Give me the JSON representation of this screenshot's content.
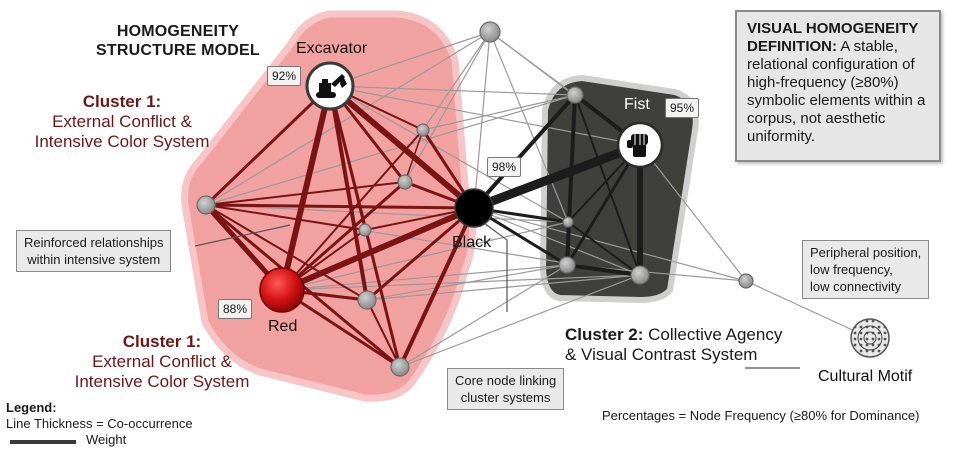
{
  "title": {
    "line1": "HOMOGENEITY",
    "line2": "STRUCTURE MODEL"
  },
  "clusters": {
    "cluster1_top": {
      "title": "Cluster 1:",
      "line1": "External Conflict &",
      "line2": "Intensive Color System"
    },
    "cluster1_bottom": {
      "title": "Cluster 1:",
      "line1": "External Conflict &",
      "line2": "Intensive Color System"
    },
    "cluster2": {
      "title": "Cluster 2:",
      "line1": " Collective Agency",
      "line2": "& Visual Contrast System"
    }
  },
  "nodes": {
    "excavator": {
      "label": "Excavator",
      "pct": "92%",
      "icon": "excavator-icon"
    },
    "red": {
      "label": "Red",
      "pct": "88%"
    },
    "black": {
      "label": "Black",
      "pct": "98%"
    },
    "fist": {
      "label": "Fist",
      "pct": "95%",
      "icon": "raised-fist-icon"
    },
    "motif": {
      "label": "Cultural Motif",
      "icon": "ornamental-medallion-icon"
    }
  },
  "callouts": {
    "reinforced": {
      "line1": "Reinforced relationships",
      "line2": "within intensive system"
    },
    "core": {
      "line1": "Core node linking",
      "line2": "cluster systems"
    },
    "peripheral": {
      "line1": "Peripheral position,",
      "line2": "low frequency,",
      "line3": "low connectivity"
    }
  },
  "definition": {
    "heading1": "VISUAL HOMOGENEITY",
    "heading2": "DEFINITION:",
    "body": " A stable, relational configuration of high-frequency (≥80%) symbolic elements within a corpus, not aesthetic uniformity."
  },
  "legend": {
    "title": "Legend:",
    "line1": "Line Thickness = Co-occurrence",
    "line2": "Weight"
  },
  "note": "Percentages = Node Frequency (≥80% for Dominance)",
  "colors": {
    "cluster1_fill": "#ef8a8a",
    "cluster2_fill": "#3f3f3c",
    "red_node": "#d81414",
    "black_node": "#000000",
    "edge_dark": "#6b0f0f"
  }
}
